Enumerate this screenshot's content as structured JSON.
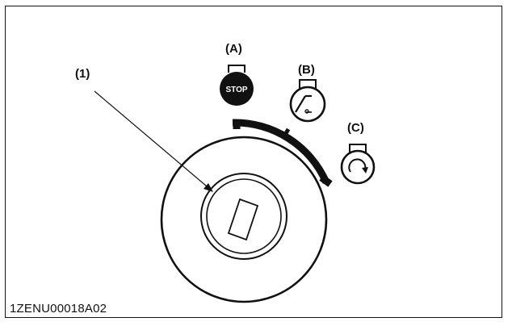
{
  "callouts": {
    "key_slot": "(1)",
    "position_a": "(A)",
    "position_b": "(B)",
    "position_c": "(C)"
  },
  "symbol_stop_text": "STOP",
  "figure_code": "1ZENU00018A02",
  "icons": {
    "position_a": "stop-symbol-icon",
    "position_b": "preheat-glow-plug-icon",
    "position_c": "start-rotation-icon"
  }
}
